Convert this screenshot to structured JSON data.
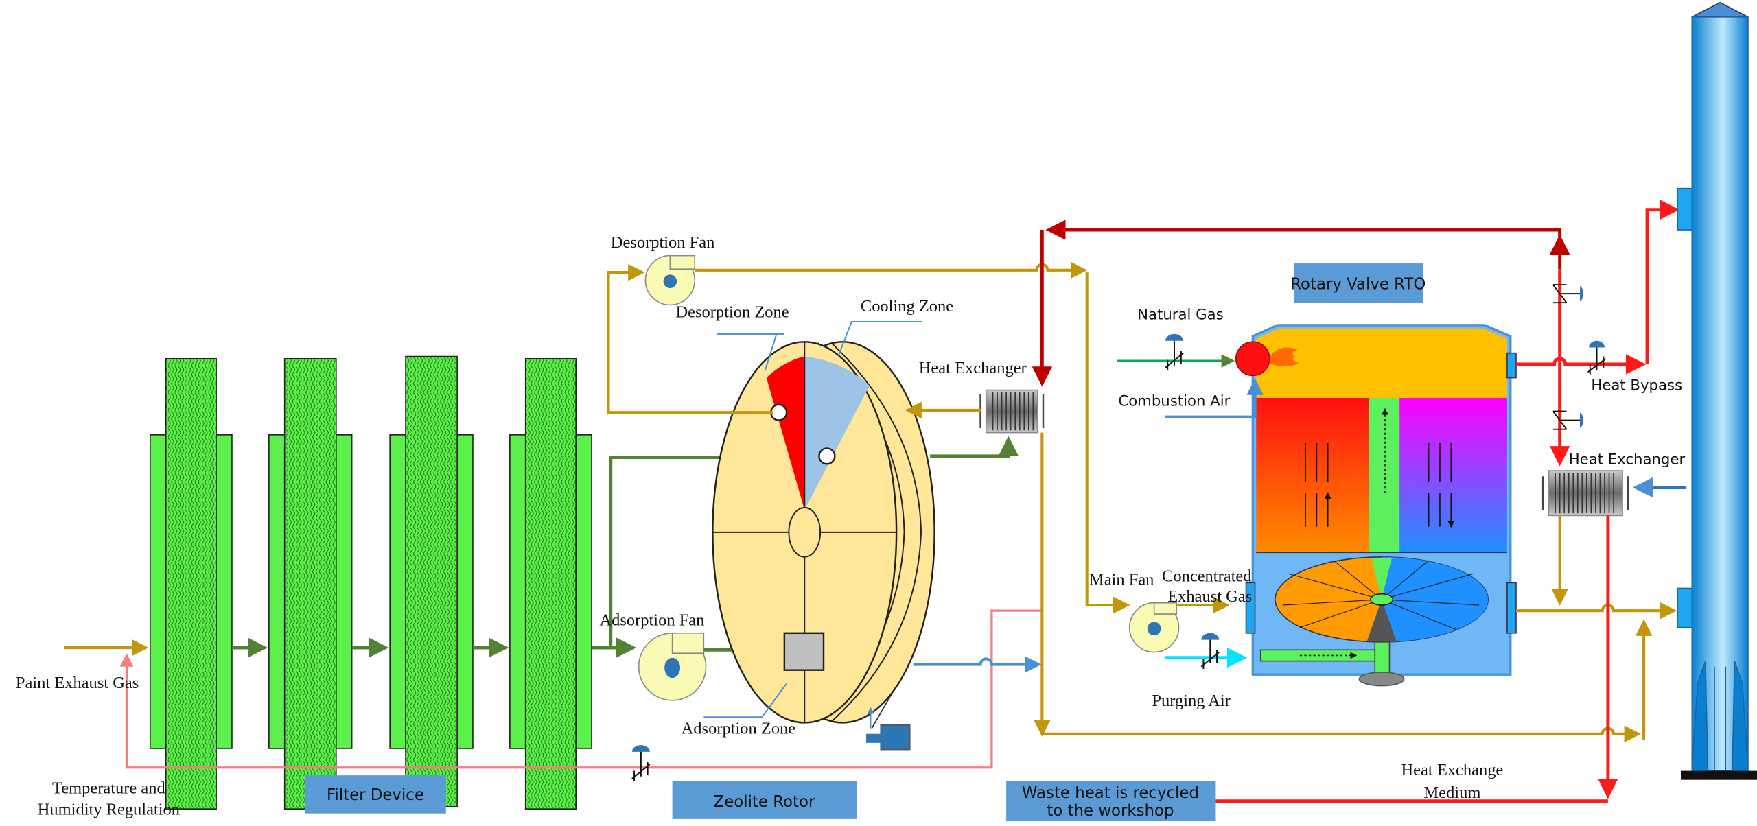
{
  "labels": {
    "paint_exhaust_gas": "Paint Exhaust Gas",
    "temperature_line1": "Temperature and",
    "temperature_line2": "Humidity Regulation",
    "filter_device": "Filter Device",
    "zeolite_rotor": "Zeolite Rotor",
    "desorption_fan": "Desorption Fan",
    "desorption_zone": "Desorption Zone",
    "cooling_zone": "Cooling Zone",
    "adsorption_fan": "Adsorption Fan",
    "adsorption_zone": "Adsorption Zone",
    "heat_exchanger_1": "Heat Exchanger",
    "rotary_valve_rto": "Rotary Valve RTO",
    "natural_gas": "Natural Gas",
    "combustion_air": "Combustion Air",
    "main_fan": "Main Fan",
    "concentrated_line1": "Concentrated",
    "concentrated_line2": "Exhaust Gas",
    "purging_air": "Purging Air",
    "heat_bypass": "Heat Bypass",
    "heat_exchanger_2": "Heat Exchanger",
    "waste_heat_line1": "Waste heat is recycled",
    "waste_heat_line2": "to the workshop",
    "heat_exchange_medium_line1": "Heat Exchange",
    "heat_exchange_medium_line2": "Medium"
  },
  "colors": {
    "filter": "#5cf04a",
    "rotor": "#ffe699",
    "desorption_zone": "#ff0000",
    "cooling_zone": "#9dc3e6",
    "label_box": "#5b9bd5",
    "exhaust_line": "#c2960a",
    "clean_air_line": "#548235",
    "hot_line": "#ff1a1a",
    "stack": "#1ea7f0"
  }
}
